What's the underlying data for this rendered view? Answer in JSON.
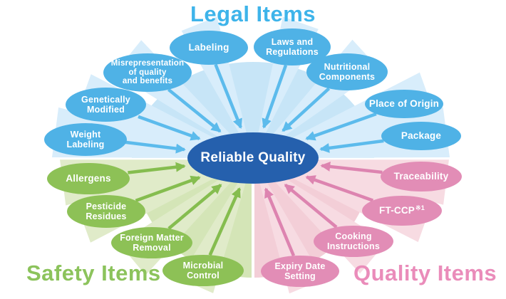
{
  "titles": {
    "legal": "Legal Items",
    "safety": "Safety Items",
    "quality": "Quality Items"
  },
  "center": {
    "label": "Reliable Quality"
  },
  "legal_nodes": {
    "labeling": {
      "label": "Labeling"
    },
    "laws": {
      "line1": "Laws and",
      "line2": "Regulations"
    },
    "misrepresentation": {
      "line1": "Misrepresentation",
      "line2": "of quality",
      "line3": "and benefits"
    },
    "nutritional": {
      "line1": "Nutritional",
      "line2": "Components"
    },
    "genetically": {
      "line1": "Genetically",
      "line2": "Modified"
    },
    "place_of_origin": {
      "label": "Place of Origin"
    },
    "weight": {
      "line1": "Weight",
      "line2": "Labeling"
    },
    "package": {
      "label": "Package"
    }
  },
  "safety_nodes": {
    "allergens": {
      "label": "Allergens"
    },
    "pesticide": {
      "line1": "Pesticide",
      "line2": "Residues"
    },
    "foreign": {
      "line1": "Foreign Matter",
      "line2": "Removal"
    },
    "microbial": {
      "line1": "Microbial",
      "line2": "Control"
    }
  },
  "quality_nodes": {
    "traceability": {
      "label": "Traceability"
    },
    "ftccp": {
      "label": "FT-CCP",
      "sup": "※1"
    },
    "cooking": {
      "line1": "Cooking",
      "line2": "Instructions"
    },
    "expiry": {
      "line1": "Expiry Date",
      "line2": "Setting"
    }
  },
  "colors": {
    "center_fill": "#2560ad",
    "text_on_node": "#ffffff",
    "legal_node_fill": "#4fb2e6",
    "legal_arrow": "#5cbbec",
    "legal_bg": "#c7e5f7",
    "legal_bg_wedge": "#d8edfb",
    "legal_title": "#3eb4ea",
    "safety_node_fill": "#8dc156",
    "safety_arrow": "#85bd4f",
    "safety_bg": "#d4e5b7",
    "safety_bg_wedge": "#e0ebc9",
    "safety_title": "#8cc35c",
    "quality_node_fill": "#e28db6",
    "quality_arrow": "#dd84b0",
    "quality_bg": "#f3ced7",
    "quality_bg_wedge": "#f7dbe2",
    "quality_title": "#ea8cba"
  }
}
